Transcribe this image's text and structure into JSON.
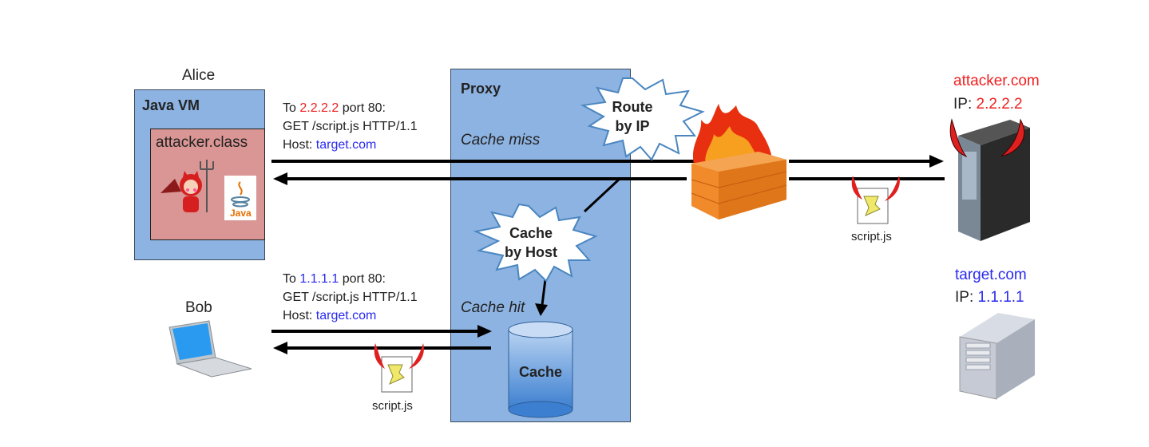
{
  "alice": {
    "name": "Alice",
    "vm_label": "Java VM",
    "class_label": "attacker.class",
    "java_logo_text": "Java"
  },
  "bob": {
    "name": "Bob"
  },
  "request_to_attacker": {
    "prefix": "To ",
    "ip": "2.2.2.2",
    "suffix": " port 80:",
    "line2": "GET /script.js HTTP/1.1",
    "host_prefix": "Host: ",
    "host": "target.com"
  },
  "request_to_target": {
    "prefix": "To ",
    "ip": "1.1.1.1",
    "suffix": " port 80:",
    "line2": "GET /script.js HTTP/1.1",
    "host_prefix": "Host: ",
    "host": "target.com"
  },
  "proxy": {
    "title": "Proxy",
    "cache_miss": "Cache miss",
    "cache_hit": "Cache hit",
    "route_burst": [
      "Route",
      "by IP"
    ],
    "cache_burst": [
      "Cache",
      "by Host"
    ],
    "cache_store": "Cache"
  },
  "attacker_server": {
    "domain": "attacker.com",
    "ip_label": "IP: ",
    "ip": "2.2.2.2"
  },
  "target_server": {
    "domain": "target.com",
    "ip_label": "IP: ",
    "ip": "1.1.1.1"
  },
  "files": {
    "script_top": "script.js",
    "script_bottom": "script.js"
  },
  "colors": {
    "box_blue": "#8db3e2",
    "box_red": "#d99694",
    "attacker_red": "#f02020",
    "target_blue": "#2a2af0"
  }
}
